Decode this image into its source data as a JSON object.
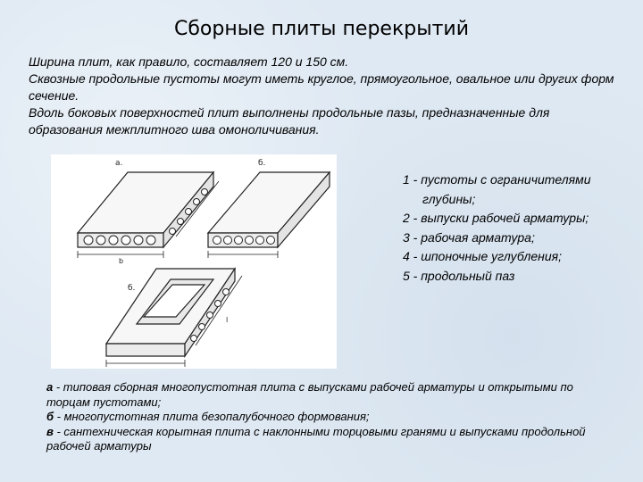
{
  "title": "Сборные плиты перекрытий",
  "intro": [
    "Ширина плит, как правило, составляет 120 и 150 см.",
    "Сквозные продольные пустоты могут иметь круглое, прямоугольное, овальное или других форм сечение.",
    "Вдоль боковых поверхностей плит выполнены продольные пазы, предназначенные для образования межплитного шва омоноличивания."
  ],
  "figure": {
    "label_a": "а.",
    "label_b": "б.",
    "label_c": "б.",
    "dim_b": "b",
    "dim_l": "l"
  },
  "legend": [
    "1 - пустоты с ограничителями глубины;",
    "2 - выпуски рабочей арматуры;",
    "3 - рабочая арматура;",
    "4 - шпоночные углубления;",
    "5 - продольный паз"
  ],
  "captions": [
    {
      "letter": "а",
      "text": " - типовая сборная многопустотная плита с выпусками рабочей арматуры и открытыми по торцам пустотами;"
    },
    {
      "letter": "б",
      "text": " - многопустотная плита безопалубочного формования;"
    },
    {
      "letter": "в",
      "text": " - сантехническая корытная плита с наклонными торцовыми гранями и выпусками продольной рабочей арматуры"
    }
  ]
}
